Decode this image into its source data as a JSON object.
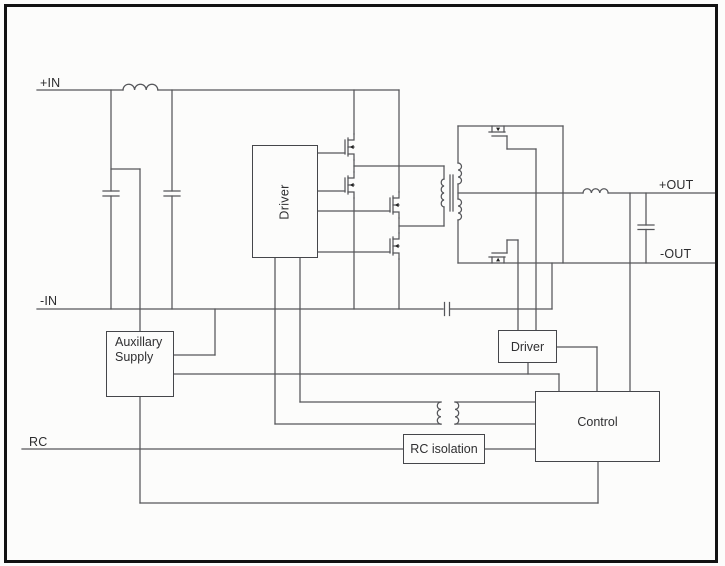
{
  "diagram": {
    "type": "power-converter-block-schematic",
    "terminals": {
      "plus_in": "+IN",
      "minus_in": "-IN",
      "rc": "RC",
      "plus_out": "+OUT",
      "minus_out": "-OUT"
    },
    "blocks": {
      "driver_main": "Driver",
      "aux_supply": "Auxillary Supply",
      "driver_sync": "Driver",
      "control": "Control",
      "rc_isolation": "RC isolation"
    },
    "icons": [
      "input-inductor-icon",
      "input-capacitor-icon",
      "bridge-mosfet-icon",
      "main-transformer-icon",
      "sync-mosfet-icon",
      "output-inductor-icon",
      "output-capacitor-icon",
      "dc-blocking-capacitor-icon",
      "aux-transformer-icon",
      "gate-isolation-transformer-icon"
    ],
    "counts": {
      "bridge_mosfets": 4,
      "sync_mosfets": 2,
      "input_capacitors": 2
    },
    "colors": {
      "wire": "#55565a",
      "box_border": "#45464a",
      "text": "#2f2f31",
      "frame": "#121212",
      "background": "#fcfcfb"
    }
  }
}
